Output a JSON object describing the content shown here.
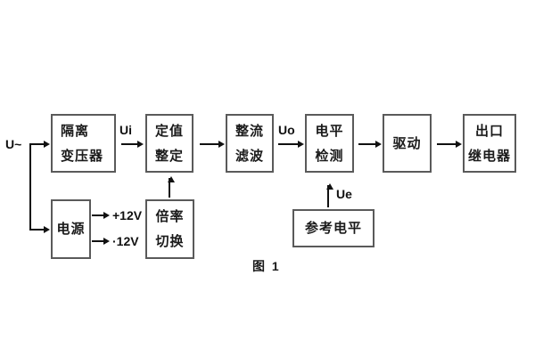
{
  "diagram": {
    "caption": "图 1",
    "labels": {
      "input": "U~",
      "ui": "Ui",
      "uo": "Uo",
      "ue": "Ue",
      "plus12": "+12V",
      "minus12": "·12V"
    },
    "blocks": {
      "isolation_transformer": {
        "line1": "隔离",
        "line2": "变压器"
      },
      "value_setting": {
        "line1": "定值",
        "line2": "整定"
      },
      "rectifier_filter": {
        "line1": "整流",
        "line2": "滤波"
      },
      "level_detection": {
        "line1": "电平",
        "line2": "检测"
      },
      "drive": {
        "line1": "驱动"
      },
      "output_relay": {
        "line1": "出口",
        "line2": "继电器"
      },
      "power_supply": {
        "line1": "电源"
      },
      "ratio_switch": {
        "line1": "倍率",
        "line2": "切换"
      },
      "reference_level": {
        "line1": "参考电平"
      }
    },
    "colors": {
      "box_border": "#5a5a5a",
      "connector": "#111111",
      "text": "#1a1a1a",
      "background": "#ffffff"
    }
  }
}
